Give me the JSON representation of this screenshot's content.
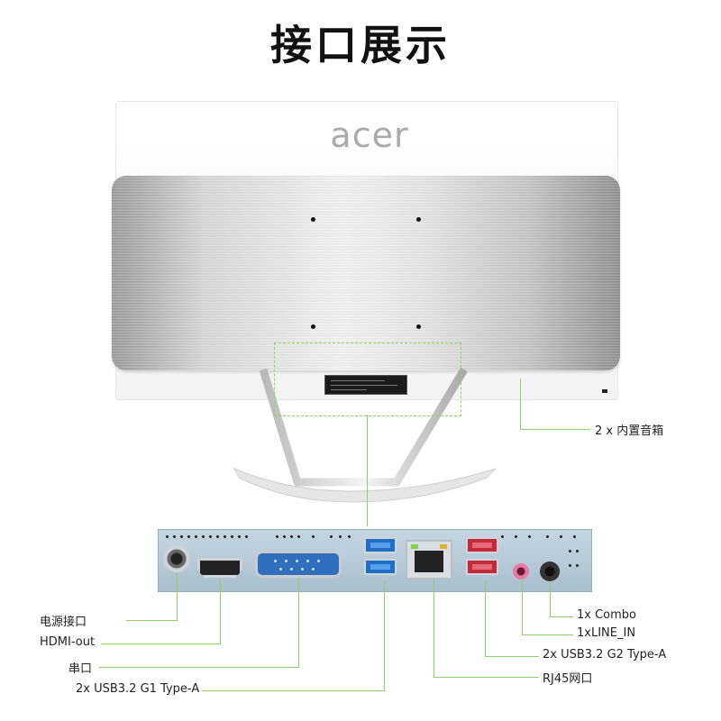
{
  "title": "接口展示",
  "brand": "acer",
  "callouts": {
    "speaker": "2 x 内置音箱",
    "power": "电源接口",
    "hdmi": "HDMI-out",
    "serial": "串口",
    "usb_g1": "2x USB3.2 G1 Type-A",
    "combo": "1x Combo",
    "line_in": "1xLINE_IN",
    "usb_g2": "2x USB3.2 G2 Type-A",
    "rj45": "RJ45网口"
  },
  "colors": {
    "leader": "#8fcf6a",
    "usb_g1": "#1f6fc4",
    "usb_g2": "#c42a3a",
    "line_in": "#e67aa2"
  },
  "icons": [
    "power-jack-icon",
    "hdmi-port-icon",
    "serial-port-icon",
    "usb-port-icon",
    "rj45-port-icon",
    "audio-jack-icon"
  ]
}
